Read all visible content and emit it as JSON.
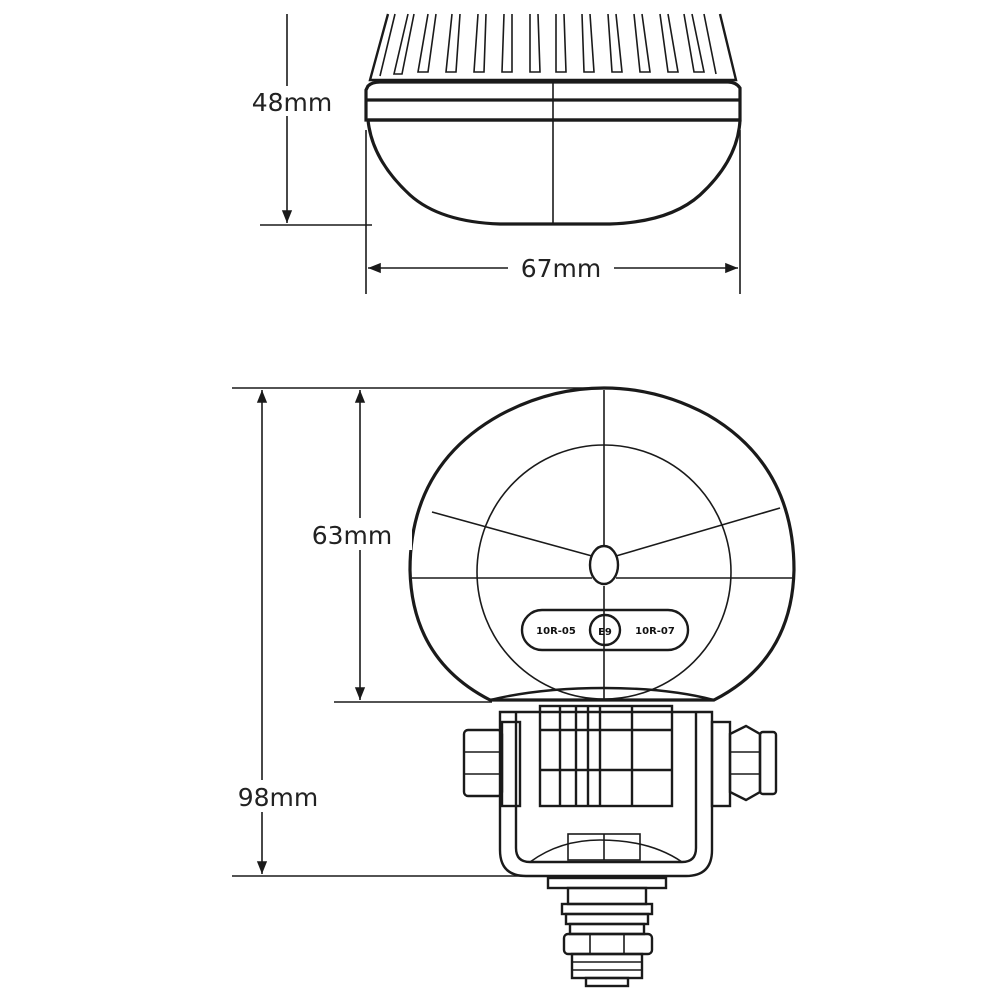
{
  "dimensions": {
    "height_side": "48mm",
    "width_side": "67mm",
    "lens_height": "63mm",
    "overall_height": "98mm"
  },
  "marking": {
    "left": "10R-05",
    "center": "E9",
    "right": "10R-07"
  },
  "colors": {
    "stroke": "#1a1a1a",
    "background": "#ffffff"
  }
}
